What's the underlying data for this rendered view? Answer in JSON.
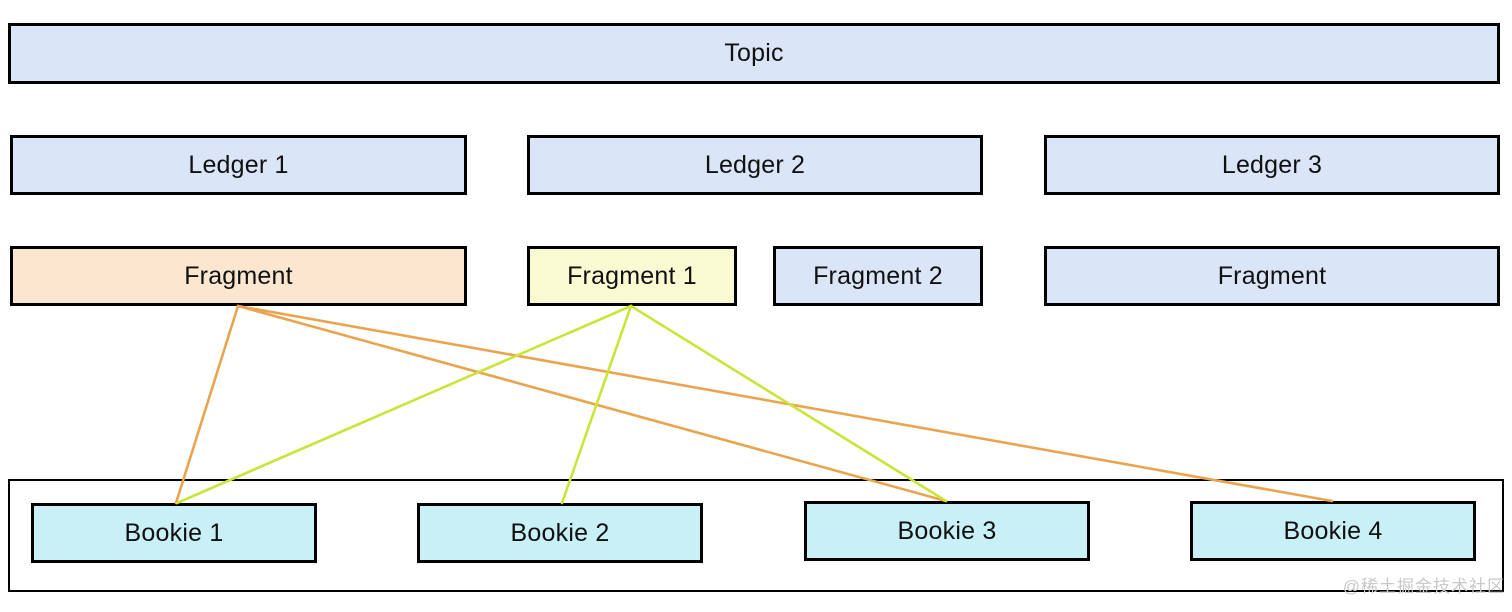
{
  "diagram": {
    "topic": {
      "label": "Topic"
    },
    "ledgers": [
      {
        "label": "Ledger 1"
      },
      {
        "label": "Ledger 2"
      },
      {
        "label": "Ledger 3"
      }
    ],
    "fragments": [
      {
        "label": "Fragment",
        "variant": "peach",
        "parent": "Ledger 1"
      },
      {
        "label": "Fragment 1",
        "variant": "yellow",
        "parent": "Ledger 2"
      },
      {
        "label": "Fragment 2",
        "variant": "blue",
        "parent": "Ledger 2"
      },
      {
        "label": "Fragment",
        "variant": "blue",
        "parent": "Ledger 3"
      }
    ],
    "bookies": [
      {
        "label": "Bookie 1"
      },
      {
        "label": "Bookie 2"
      },
      {
        "label": "Bookie 3"
      },
      {
        "label": "Bookie 4"
      }
    ],
    "connections": [
      {
        "from": "fragment-of-ledger1",
        "to": "bookie-1",
        "color": "orange"
      },
      {
        "from": "fragment-of-ledger1",
        "to": "bookie-3",
        "color": "orange"
      },
      {
        "from": "fragment-of-ledger1",
        "to": "bookie-4",
        "color": "orange"
      },
      {
        "from": "fragment-1",
        "to": "bookie-1",
        "color": "yellow-green"
      },
      {
        "from": "fragment-1",
        "to": "bookie-2",
        "color": "yellow-green"
      },
      {
        "from": "fragment-1",
        "to": "bookie-3",
        "color": "yellow-green"
      }
    ],
    "colors": {
      "box_blue": "#dbe5f8",
      "box_peach": "#fbe7d0",
      "box_yellow": "#fafad2",
      "box_cyan": "#c9eff7",
      "line_orange": "#e9a44f",
      "line_yellow_green": "#cbe437",
      "border_black": "#000000",
      "watermark_gray": "#c9c9c9"
    },
    "watermark": "@稀土掘金技术社区"
  }
}
